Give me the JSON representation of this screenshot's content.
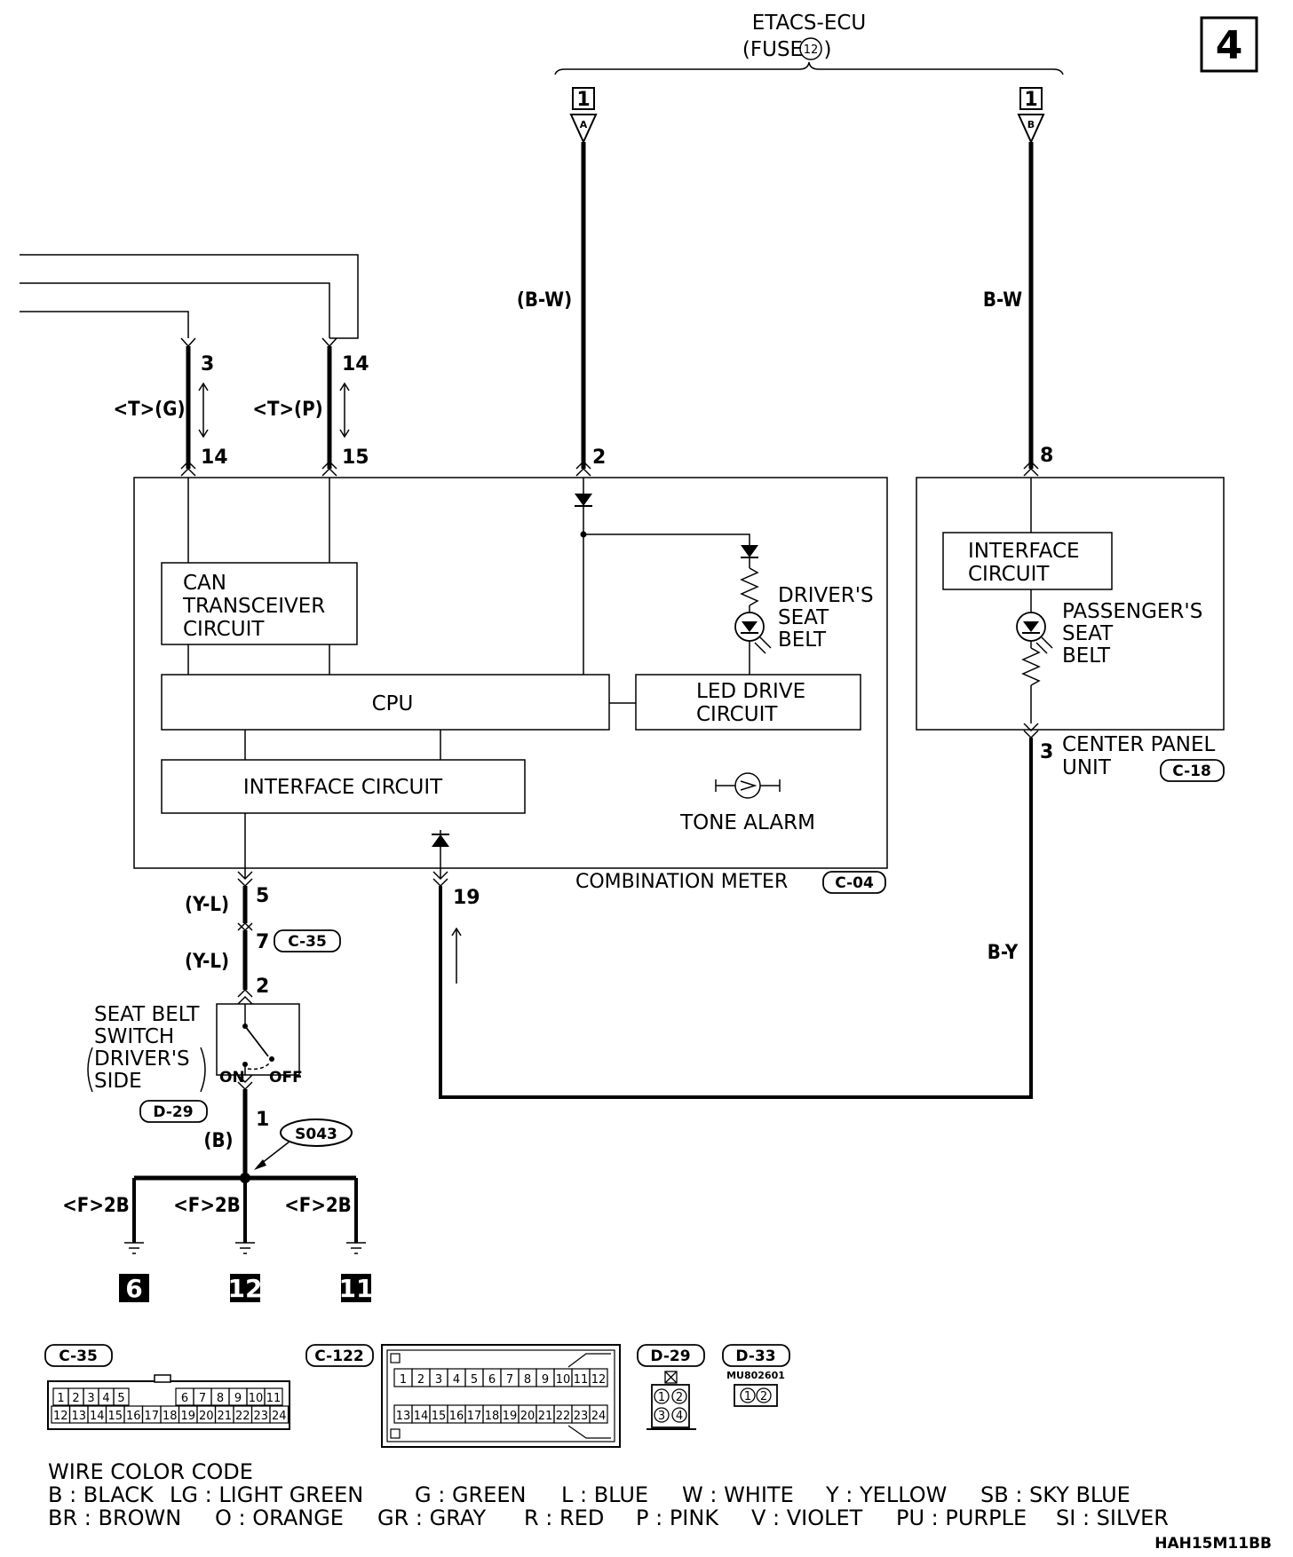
{
  "page_number": "4",
  "etacs": {
    "line1": "ETACS-ECU",
    "line2_prefix": "(FUSE",
    "line2_num": "12",
    "line2_suffix": ")"
  },
  "top_connector_num": "1",
  "top_conn_a": "A",
  "top_conn_b": "B",
  "wire_bw_paren": "(B-W)",
  "wire_bw": "B-W",
  "wire_t_g": "<T>(G)",
  "wire_t_p": "<T>(P)",
  "wire_yl": "(Y-L)",
  "wire_b_paren": "(B)",
  "wire_by": "B-Y",
  "pins": {
    "can_left_top": "3",
    "can_left_bottom": "14",
    "can_right_top": "14",
    "can_right_bottom": "15",
    "meter_2": "2",
    "center_8": "8",
    "center_3": "3",
    "meter_5": "5",
    "meter_19": "19",
    "c35_7": "7",
    "switch_2": "2",
    "switch_1": "1"
  },
  "blocks": {
    "can_transceiver": [
      "CAN",
      "TRANSCEIVER",
      "CIRCUIT"
    ],
    "cpu": "CPU",
    "interface_meter": "INTERFACE CIRCUIT",
    "led_drive": [
      "LED DRIVE",
      "CIRCUIT"
    ],
    "tone_alarm": "TONE ALARM",
    "drivers_seat_belt": [
      "DRIVER'S",
      "SEAT",
      "BELT"
    ],
    "interface_center": [
      "INTERFACE",
      "CIRCUIT"
    ],
    "passengers_seat_belt": [
      "PASSENGER'S",
      "SEAT",
      "BELT"
    ]
  },
  "combination_meter": {
    "label": "COMBINATION METER",
    "code": "C-04"
  },
  "center_panel_unit": {
    "line1": "CENTER PANEL",
    "line2": "UNIT",
    "code": "C-18"
  },
  "c35_inline": "C-35",
  "seat_belt_switch": {
    "lines": [
      "SEAT BELT",
      "SWITCH",
      "DRIVER'S",
      "SIDE"
    ],
    "code": "D-29",
    "on": "ON",
    "off": "OFF"
  },
  "splice": "S043",
  "ground_wire": "<F>2B",
  "grounds": [
    "6",
    "12",
    "11"
  ],
  "connectors": {
    "c35": {
      "code": "C-35",
      "row1a": [
        "1",
        "2",
        "3",
        "4",
        "5"
      ],
      "row1b": [
        "6",
        "7",
        "8",
        "9",
        "10",
        "11"
      ],
      "row2": [
        "12",
        "13",
        "14",
        "15",
        "16",
        "17",
        "18",
        "19",
        "20",
        "21",
        "22",
        "23",
        "24"
      ]
    },
    "c122": {
      "code": "C-122",
      "row1": [
        "1",
        "2",
        "3",
        "4",
        "5",
        "6",
        "7",
        "8",
        "9",
        "10",
        "11",
        "12"
      ],
      "row2": [
        "13",
        "14",
        "15",
        "16",
        "17",
        "18",
        "19",
        "20",
        "21",
        "22",
        "23",
        "24"
      ]
    },
    "d29": {
      "code": "D-29",
      "pins": [
        "1",
        "2",
        "3",
        "4"
      ]
    },
    "d33": {
      "code": "D-33",
      "part": "MU802601",
      "pins": [
        "1",
        "2"
      ]
    }
  },
  "wire_color_code": {
    "title": "WIRE COLOR CODE",
    "row1": [
      "B : BLACK",
      "LG : LIGHT GREEN",
      "G : GREEN",
      "L : BLUE",
      "W : WHITE",
      "Y : YELLOW",
      "SB : SKY BLUE"
    ],
    "row2": [
      "BR : BROWN",
      "O : ORANGE",
      "GR : GRAY",
      "R : RED",
      "P : PINK",
      "V : VIOLET",
      "PU : PURPLE",
      "SI : SILVER"
    ]
  },
  "figure_code": "HAH15M11BB"
}
